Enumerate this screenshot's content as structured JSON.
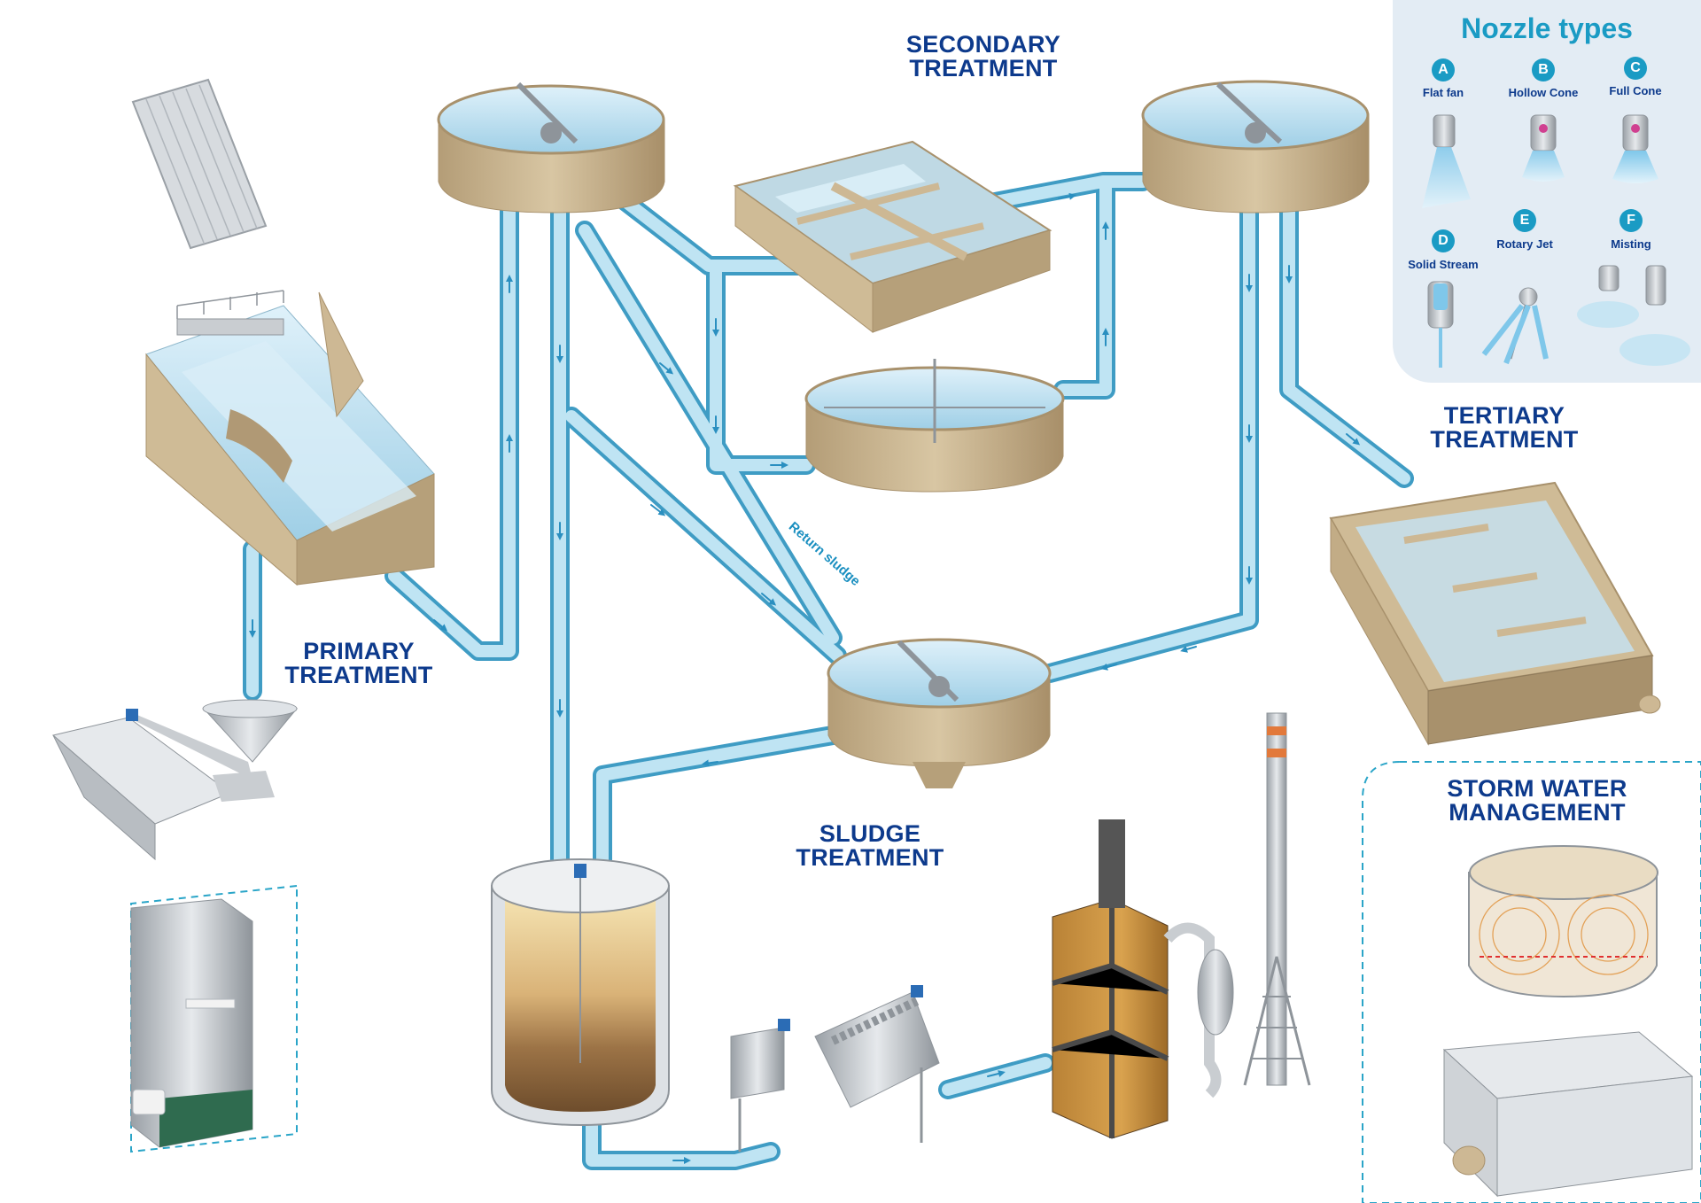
{
  "stages": {
    "primary": [
      "PRIMARY",
      "TREATMENT"
    ],
    "secondary": [
      "SECONDARY",
      "TREATMENT"
    ],
    "tertiary": [
      "TERTIARY",
      "TREATMENT"
    ],
    "sludge": [
      "SLUDGE",
      "TREATMENT"
    ],
    "storm": [
      "STORM WATER",
      "MANAGEMENT"
    ]
  },
  "flow_label": "Return sludge",
  "nozzle_panel": {
    "title": "Nozzle types",
    "items": [
      {
        "letter": "A",
        "name": "Flat fan"
      },
      {
        "letter": "B",
        "name": "Hollow Cone"
      },
      {
        "letter": "C",
        "name": "Full Cone"
      },
      {
        "letter": "D",
        "name": "Solid Stream"
      },
      {
        "letter": "E",
        "name": "Rotary Jet"
      },
      {
        "letter": "F",
        "name": "Misting"
      }
    ]
  },
  "colors": {
    "pipe": "#a9d7ea",
    "pipe_edge": "#3f9cc4",
    "concrete": "#cdb894",
    "concrete_dark": "#a8916c",
    "water": "#bfe0f0",
    "label": "#0d3a8c",
    "accent": "#1a9bc4",
    "panel": "#e3ecf4",
    "dashed": "#2aa5c8"
  }
}
